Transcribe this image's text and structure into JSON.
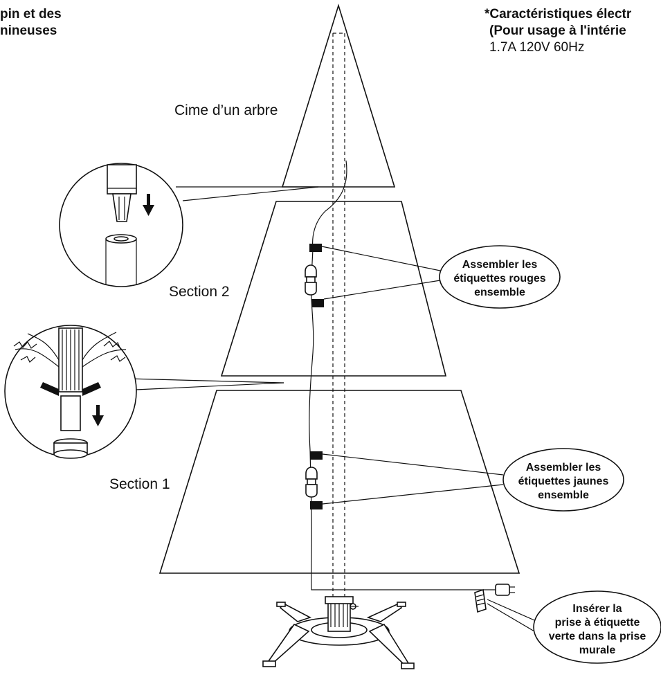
{
  "title_fragment": {
    "line1": "pin et des",
    "line2": "nineuses"
  },
  "specs": {
    "line1": "*Caractéristiques électr",
    "line2": "(Pour usage à l'intérie",
    "line3": "1.7A 120V 60Hz"
  },
  "labels": {
    "top": "Cime d’un arbre",
    "section2": "Section 2",
    "section1": "Section 1"
  },
  "callouts": {
    "red": [
      "Assembler les",
      "étiquettes rouges",
      "ensemble"
    ],
    "yellow": [
      "Assembler les",
      "étiquettes jaunes",
      "ensemble"
    ],
    "green": [
      "Insérer la",
      "prise à étiquette",
      "verte dans la prise",
      "murale"
    ]
  },
  "colors": {
    "ink": "#111111",
    "background": "#ffffff"
  },
  "icons": [
    "down-arrow-icon",
    "plug-icon",
    "light-connector-icon"
  ]
}
